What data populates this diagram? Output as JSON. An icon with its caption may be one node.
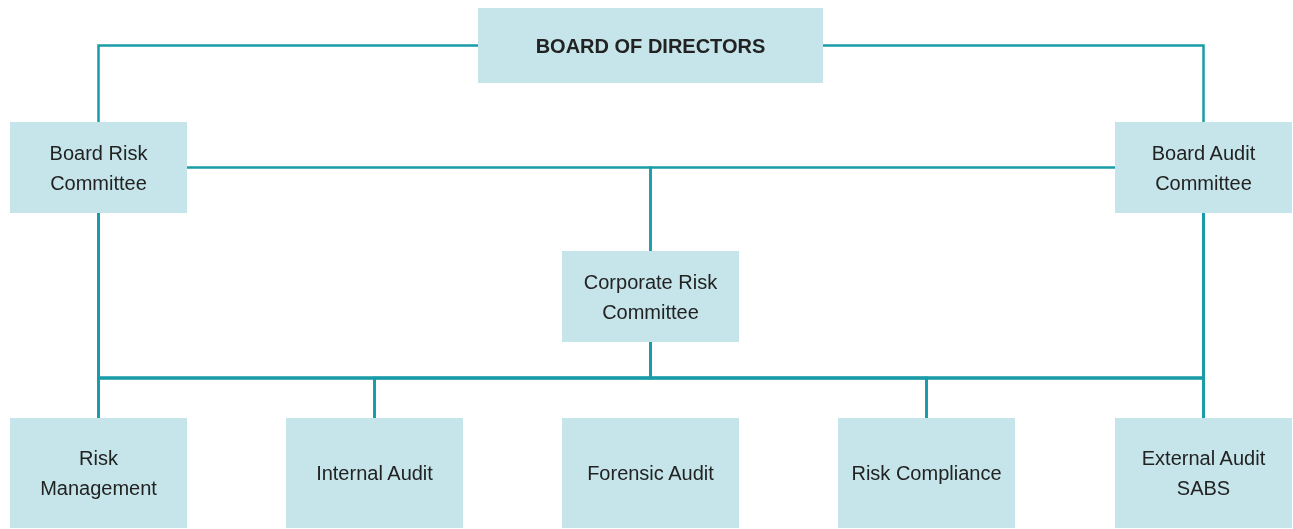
{
  "diagram": {
    "nodes": [
      {
        "text": [
          "BOARD OF DIRECTORS"
        ]
      },
      {
        "text": [
          "Board Risk Committee"
        ]
      },
      {
        "text": [
          "Board Audit Committee"
        ]
      },
      {
        "text": [
          "Corporate Risk Committee"
        ]
      },
      {
        "text": [
          "Risk Management"
        ]
      },
      {
        "text": [
          "Internal Audit"
        ]
      },
      {
        "text": [
          "Forensic Audit"
        ]
      },
      {
        "text": [
          "Risk Compliance"
        ]
      },
      {
        "text": [
          "External Audit SABS"
        ]
      }
    ],
    "edges": [
      {
        "from": 0,
        "to": 1,
        "arrow": "none"
      },
      {
        "from": 0,
        "to": 2,
        "arrow": "none"
      },
      {
        "from": 1,
        "to": 3,
        "arrow": "none"
      },
      {
        "from": 2,
        "to": 3,
        "arrow": "none"
      },
      {
        "from": 1,
        "to": 4,
        "arrow": "none"
      },
      {
        "from": 1,
        "to": 5,
        "arrow": "none"
      },
      {
        "from": 1,
        "to": 7,
        "arrow": "none"
      },
      {
        "from": 1,
        "to": 8,
        "arrow": "none"
      },
      {
        "from": 3,
        "to": 4,
        "arrow": "none"
      },
      {
        "from": 3,
        "to": 5,
        "arrow": "none"
      },
      {
        "from": 3,
        "to": 7,
        "arrow": "none"
      },
      {
        "from": 3,
        "to": 8,
        "arrow": "none"
      },
      {
        "from": 2,
        "to": 4,
        "arrow": "none"
      },
      {
        "from": 2,
        "to": 5,
        "arrow": "none"
      },
      {
        "from": 2,
        "to": 7,
        "arrow": "none"
      },
      {
        "from": 2,
        "to": 8,
        "arrow": "none"
      }
    ]
  }
}
